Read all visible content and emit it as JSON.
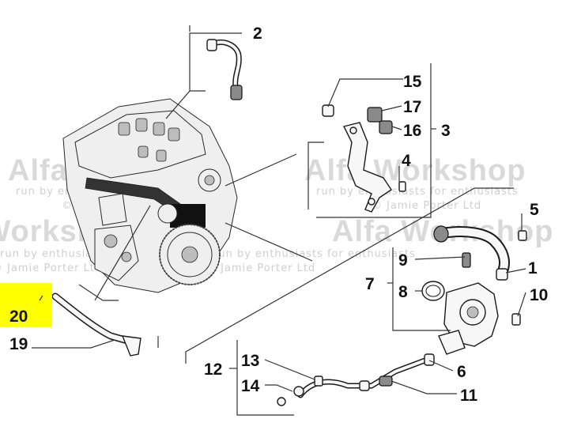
{
  "watermark": {
    "title": "Alfa Workshop",
    "subtitle": "run by enthusiasts for enthusiasts",
    "copyright": "© Jamie Porter Ltd"
  },
  "callouts": {
    "c1": "1",
    "c2": "2",
    "c3": "3",
    "c4": "4",
    "c5": "5",
    "c6": "6",
    "c7": "7",
    "c8": "8",
    "c9": "9",
    "c10": "10",
    "c11": "11",
    "c12": "12",
    "c13": "13",
    "c14": "14",
    "c15": "15",
    "c16": "16",
    "c17": "17",
    "c19": "19",
    "c20": "20"
  },
  "highlight": {
    "callout": "20",
    "color": "#ffff00"
  },
  "colors": {
    "ink": "#111111",
    "watermark": "#d9d9d9"
  }
}
